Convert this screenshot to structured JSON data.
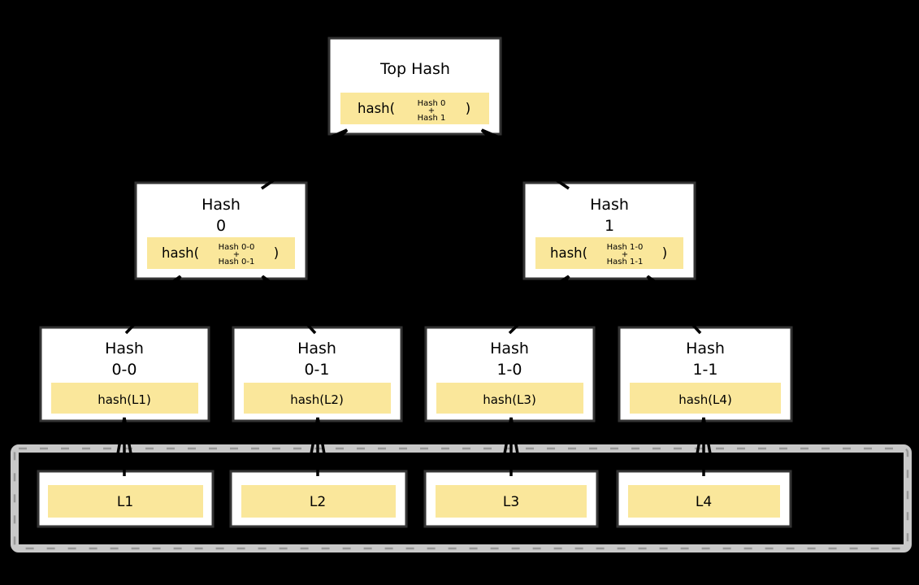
{
  "diagram_type": "merkle-hash-tree",
  "colors": {
    "background": "#000000",
    "node_fill": "#ffffff",
    "highlight_fill": "#FAE79B",
    "node_border": "#333333",
    "container_border": "#c9c9c9",
    "arrow": "#000000",
    "text": "#000000"
  },
  "nodes": {
    "top_hash": {
      "title": "Top Hash",
      "hash_prefix": "hash(",
      "operand_top": "Hash 0",
      "operator": "+",
      "operand_bottom": "Hash 1",
      "hash_suffix": ")"
    },
    "hash_0": {
      "title_line1": "Hash",
      "title_line2": "0",
      "hash_prefix": "hash(",
      "operand_top": "Hash 0-0",
      "operator": "+",
      "operand_bottom": "Hash 0-1",
      "hash_suffix": ")"
    },
    "hash_1": {
      "title_line1": "Hash",
      "title_line2": "1",
      "hash_prefix": "hash(",
      "operand_top": "Hash 1-0",
      "operator": "+",
      "operand_bottom": "Hash 1-1",
      "hash_suffix": ")"
    },
    "hash_0_0": {
      "title_line1": "Hash",
      "title_line2": "0-0",
      "formula": "hash(L1)"
    },
    "hash_0_1": {
      "title_line1": "Hash",
      "title_line2": "0-1",
      "formula": "hash(L2)"
    },
    "hash_1_0": {
      "title_line1": "Hash",
      "title_line2": "1-0",
      "formula": "hash(L3)"
    },
    "hash_1_1": {
      "title_line1": "Hash",
      "title_line2": "1-1",
      "formula": "hash(L4)"
    }
  },
  "data_blocks": {
    "labels": [
      "L1",
      "L2",
      "L3",
      "L4"
    ]
  }
}
